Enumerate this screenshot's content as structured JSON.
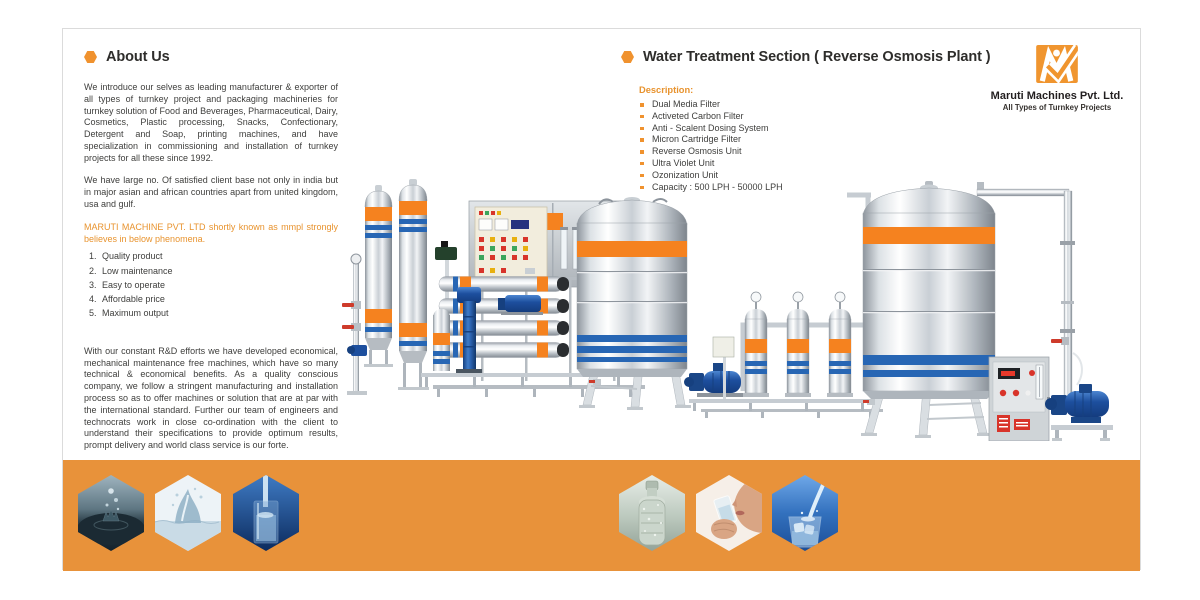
{
  "page": {
    "background": "#FFFFFF",
    "accent_orange": "#F0922E",
    "band_orange": "#E8923A",
    "tank_band_orange": "#F5821F",
    "tank_band_blue": "#2766B4",
    "text_color": "#3E3E3C"
  },
  "about": {
    "title": "About Us",
    "p1": "We introduce our selves as leading manufacturer & exporter of all types of turnkey project and packaging machineries for turnkey solution of Food and Beverages, Pharmaceutical, Dairy, Cosmetics, Plastic processing, Snacks, Confectionary, Detergent and Soap, printing machines, and have specialization in commissioning and installation of turnkey projects for all these since 1992.",
    "p2": "We have large no. Of satisfied client base not only in india but in major asian and african countries apart from united kingdom, usa and gulf.",
    "highlight": "MARUTI MACHINE PVT. LTD shortly known as mmpl strongly believes in below phenomena.",
    "points": [
      "Quality product",
      "Low maintenance",
      "Easy to operate",
      "Affordable price",
      "Maximum output"
    ],
    "closing": "With our constant R&D efforts we have developed economical, mechanical maintenance free machines, which have so many technical & economical benefits. As a quality conscious company,  we  follow a stringent manufacturing and installation process so as to offer machines or solution that are at par with the international standard. Further our team of engineers and technocrats work in close co-ordination with the client to understand their specifications to provide optimum results, prompt delivery and world class service is our forte."
  },
  "treatment": {
    "title": "Water Treatment Section ( Reverse Osmosis Plant )",
    "description_label": "Description:",
    "items": [
      "Dual Media Filter",
      "Activeted Carbon Filter",
      "Anti - Scalent Dosing System",
      "Micron Cartridge Filter",
      "Reverse Osmosis Unit",
      "Ultra Violet Unit",
      "Ozonization Unit",
      "Capacity : 500 LPH - 50000 LPH"
    ]
  },
  "logo": {
    "company": "Maruti Machines Pvt. Ltd.",
    "tagline": "All Types of Turnkey Projects",
    "mark_icon": "m-check-logo-icon"
  },
  "machine": {
    "photo": "reverse-osmosis-plant-photo"
  },
  "gallery": {
    "left_photos": [
      "water-droplet-splash",
      "water-splash-wave",
      "glass-filling-water"
    ],
    "right_photos": [
      "water-bottle",
      "woman-drinking-water",
      "pouring-water-glass"
    ]
  }
}
